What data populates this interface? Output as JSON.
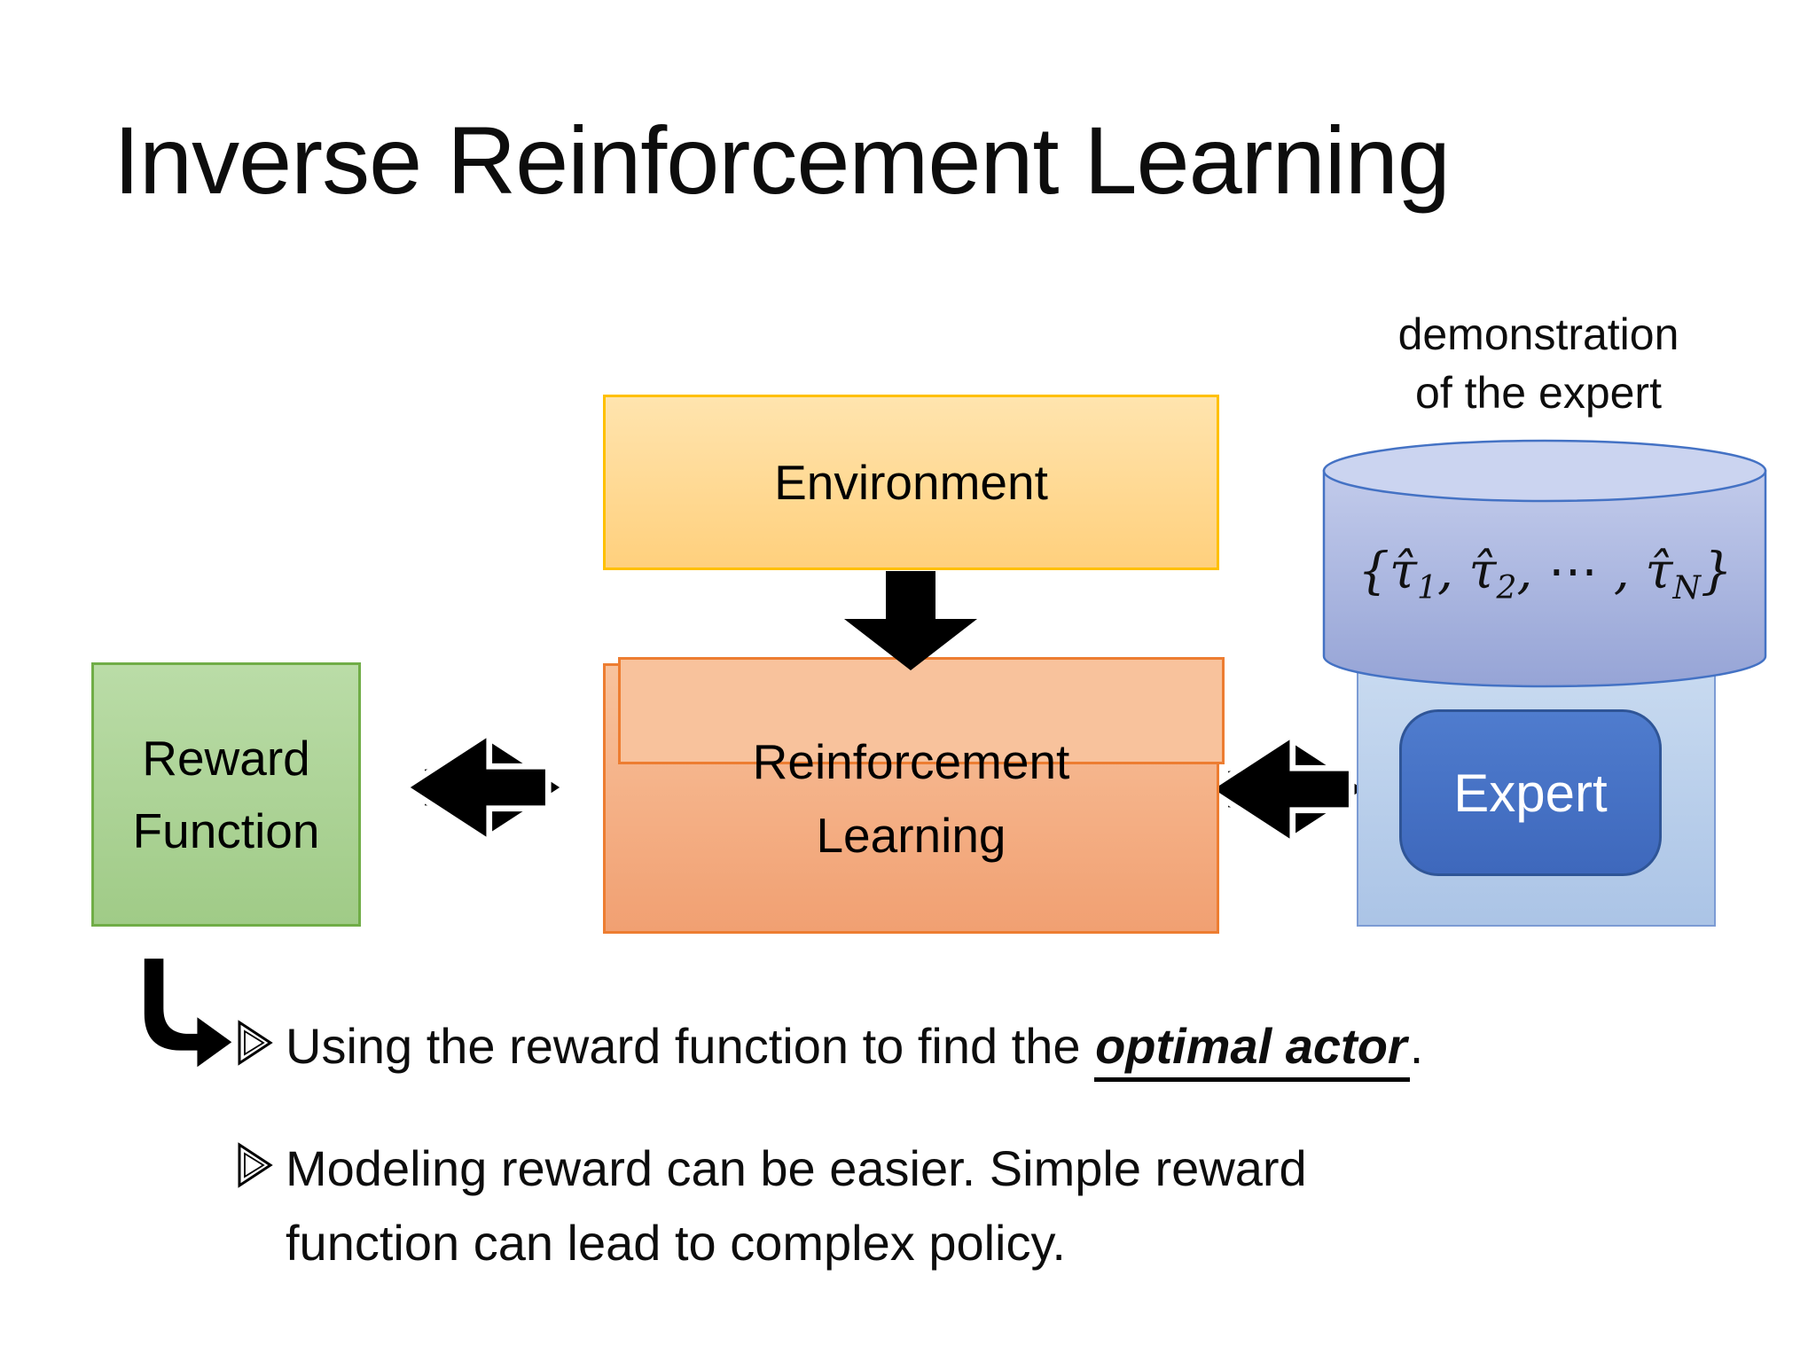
{
  "slide": {
    "title": "Inverse Reinforcement Learning"
  },
  "demo_label": {
    "line1": "demonstration",
    "line2": "of the expert"
  },
  "boxes": {
    "environment": "Environment",
    "reward_line1": "Reward",
    "reward_line2": "Function",
    "rl_line1": "Reinforcement",
    "rl_line2": "Learning",
    "expert": "Expert"
  },
  "formula": {
    "open": "{",
    "tau": "τ̂",
    "s1": "1",
    "c1": ", ",
    "s2": "2",
    "c2": ", ",
    "dots": "⋯",
    "c3": " , ",
    "sN": "N",
    "close": "}"
  },
  "bullets": {
    "b1_pre": "Using the reward function to find the ",
    "b1_em": "optimal actor",
    "b1_post": ".",
    "b2_line1": "Modeling reward can be easier. Simple reward",
    "b2_line2": "function can lead to complex policy."
  },
  "colors": {
    "environment_fill": "#FFD996",
    "environment_border": "#FFC000",
    "reward_fill": "#AED492",
    "reward_border": "#70AD47",
    "rl_fill": "#F5B68C",
    "rl_border": "#ED7D31",
    "cylinder_fill": "#AFBCE3",
    "cylinder_border": "#4472C4",
    "expert_panel_fill": "#BCD1EA",
    "expert_button_fill": "#4472C4",
    "expert_button_border": "#2F5597",
    "expert_text": "#FFFFFF",
    "arrow_color": "#000000"
  }
}
